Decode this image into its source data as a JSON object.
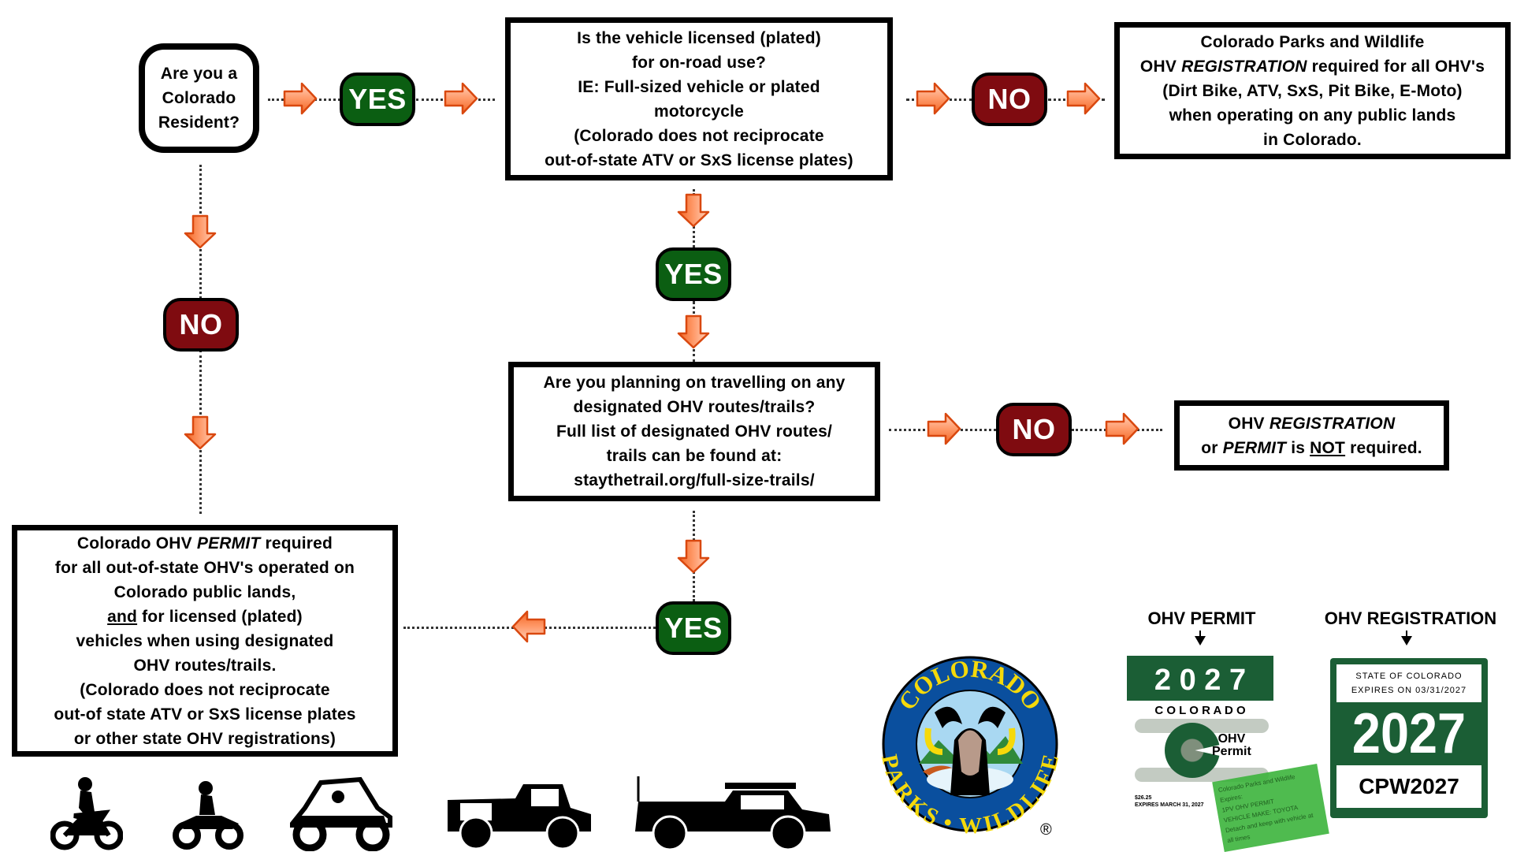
{
  "flow": {
    "resident_question": [
      "Are you a",
      "Colorado",
      "Resident?"
    ],
    "yes_label": "YES",
    "no_label": "NO",
    "plated_question": [
      "Is the vehicle licensed (plated)",
      "for on-road use?",
      "IE: Full-sized vehicle or plated",
      "motorcycle",
      "(Colorado does not reciprocate",
      "out-of-state ATV or SxS license plates)"
    ],
    "registration_required": {
      "line1": "Colorado Parks and Wildlife",
      "line2_pre": "OHV ",
      "line2_em": "REGISTRATION",
      "line2_post": " required for all OHV's",
      "line3": "(Dirt Bike, ATV, SxS, Pit Bike, E-Moto)",
      "line4": "when operating on any public lands",
      "line5": "in Colorado."
    },
    "trails_question": [
      "Are you planning on travelling on any",
      "designated OHV routes/trails?",
      "Full list of designated OHV routes/",
      "trails can be found at:",
      "staythetrail.org/full-size-trails/"
    ],
    "not_required": {
      "line1_pre": "OHV ",
      "line1_em": "REGISTRATION",
      "line2_pre": "or ",
      "line2_em": "PERMIT",
      "line2_mid": " is ",
      "line2_u": "NOT",
      "line2_post": " required."
    },
    "permit_required": {
      "line1_pre": "Colorado OHV ",
      "line1_em": "PERMIT",
      "line1_post": " required",
      "line2": "for all out-of-state OHV's operated on",
      "line3": "Colorado public lands,",
      "line4_u": "and",
      "line4_post": " for licensed (plated)",
      "line5": "vehicles when using designated",
      "line6": "OHV routes/trails.",
      "line7": "(Colorado does not reciprocate",
      "line8": "out-of state ATV or SxS license plates",
      "line9": "or other state OHV registrations)"
    }
  },
  "examples": {
    "permit_label": "OHV PERMIT",
    "registration_label": "OHV REGISTRATION",
    "permit_sticker": {
      "year": "2 0 2 7",
      "state": "C O L O R A D O",
      "title1": "OHV",
      "title2": "Permit",
      "price": "$26.25",
      "expires": "EXPIRES MARCH 31, 2027",
      "receipt_org": "Colorado Parks and Wildlife",
      "receipt_expires": "Expires:",
      "receipt_type": "1PV OHV PERMIT",
      "receipt_make": "VEHICLE MAKE: TOYOTA",
      "receipt_note": "Detach and keep with vehicle at all times"
    },
    "registration_sticker": {
      "state": "STATE OF COLORADO",
      "expires": "EXPIRES ON 03/31/2027",
      "year": "2027",
      "code": "CPW2027"
    }
  },
  "logo": {
    "top_text": "COLORADO",
    "bottom_text": "PARKS • WILDLIFE",
    "mark": "®"
  },
  "vehicles": [
    "dirt-bike",
    "atv",
    "side-by-side",
    "jeep",
    "pickup-truck"
  ],
  "colors": {
    "yes": "#0b5e12",
    "no": "#7f0b10",
    "arrow": "#f26522",
    "sticker_green": "#1b5e35",
    "logo_blue": "#0a4f9e",
    "logo_gold": "#f5d90a"
  }
}
